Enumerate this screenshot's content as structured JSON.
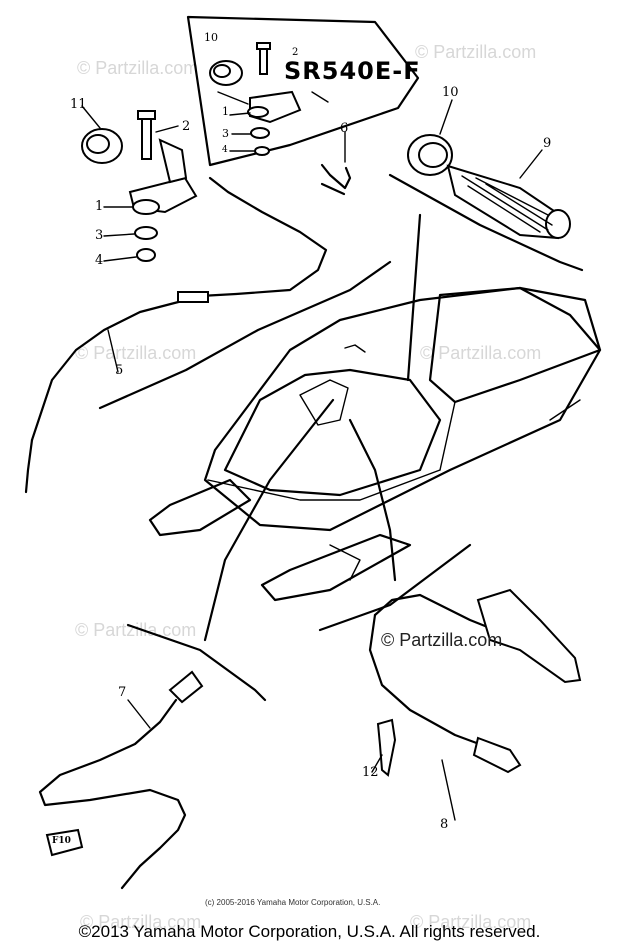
{
  "diagram": {
    "model_label": "SR540E-F",
    "watermark_text": "© Partzilla.com",
    "watermark_highlighted": "© Partzilla.com",
    "small_copyright": "(c) 2005-2016 Yamaha Motor Corporation, U.S.A.",
    "footer_copyright": "©2013 Yamaha Motor Corporation, U.S.A. All rights reserved.",
    "callouts": {
      "n10_inset": "10",
      "n2_inset": "2",
      "n1_inset": "1",
      "n3_inset": "3",
      "n4_inset": "4",
      "n11": "11",
      "n2": "2",
      "n1": "1",
      "n3": "3",
      "n4": "4",
      "n5": "5",
      "n6": "6",
      "n10": "10",
      "n9": "9",
      "n7": "7",
      "n12": "12",
      "n8": "8"
    },
    "tag_label": "F10"
  }
}
